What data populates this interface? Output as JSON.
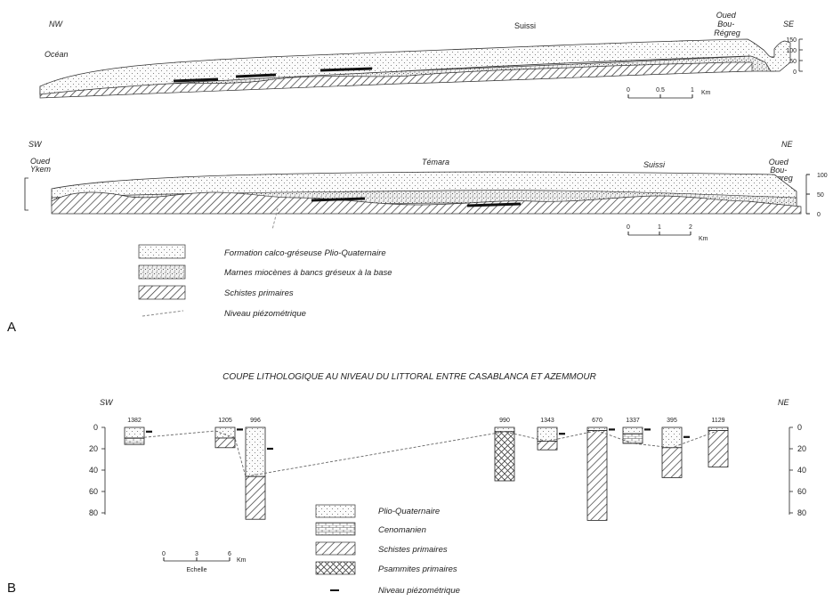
{
  "panel_a": {
    "letter": "A",
    "section1": {
      "left_dir": "NW",
      "right_dir": "SE",
      "ocean": "Océan",
      "place": "Suissi",
      "oued": [
        "Oued",
        "Bou-",
        "Régreg"
      ],
      "elev_ticks": [
        "150",
        "100",
        "50",
        "0"
      ],
      "scale_ticks": [
        "0",
        "0.5",
        "1"
      ],
      "scale_unit": "Km"
    },
    "section2": {
      "left_dir": "SW",
      "right_dir": "NE",
      "oued_left": [
        "Oued",
        "Ykem"
      ],
      "place1": "Témara",
      "place2": "Suissi",
      "oued_right": [
        "Oued",
        "Bou-",
        "Régreg"
      ],
      "elev_ticks": [
        "100",
        "50",
        "0"
      ],
      "scale_ticks": [
        "0",
        "1",
        "2"
      ],
      "scale_unit": "Km"
    },
    "legend": [
      {
        "pattern": "dots",
        "label": "Formation calco-gréseuse Plio-Quaternaire"
      },
      {
        "pattern": "stipple",
        "label": "Marnes miocènes à bancs gréseux à la base"
      },
      {
        "pattern": "hatch",
        "label": "Schistes primaires"
      },
      {
        "pattern": "dashed",
        "label": "Niveau piézométrique"
      }
    ]
  },
  "panel_b": {
    "letter": "B",
    "title": "COUPE LITHOLOGIQUE AU NIVEAU DU LITTORAL ENTRE CASABLANCA ET AZEMMOUR",
    "left_dir": "SW",
    "right_dir": "NE",
    "depth_ticks": [
      "0",
      "20",
      "40",
      "60",
      "80"
    ],
    "wells": [
      {
        "id": "1382",
        "pq": 10,
        "ceno": 6,
        "schist": 0,
        "psam": 0,
        "piezo": 4
      },
      {
        "id": "1205",
        "pq": 10,
        "ceno": 0,
        "schist": 9,
        "psam": 0,
        "piezo": 2
      },
      {
        "id": "996",
        "pq": 46,
        "ceno": 0,
        "schist": 40,
        "psam": 0,
        "piezo": 20
      },
      {
        "id": "990",
        "pq": 4,
        "ceno": 0,
        "schist": 0,
        "psam": 46,
        "piezo": null
      },
      {
        "id": "1343",
        "pq": 13,
        "ceno": 0,
        "schist": 8,
        "psam": 0,
        "piezo": 6
      },
      {
        "id": "670",
        "pq": 3,
        "ceno": 0,
        "schist": 84,
        "psam": 0,
        "piezo": 2
      },
      {
        "id": "1337",
        "pq": 6,
        "ceno": 9,
        "schist": 0,
        "psam": 0,
        "piezo": 2
      },
      {
        "id": "395",
        "pq": 19,
        "ceno": 0,
        "schist": 28,
        "psam": 0,
        "piezo": 9
      },
      {
        "id": "1129",
        "pq": 3,
        "ceno": 0,
        "schist": 34,
        "psam": 0,
        "piezo": null
      }
    ],
    "scale_ticks": [
      "0",
      "3",
      "6"
    ],
    "scale_unit": "Km",
    "scale_label": "Echelle",
    "legend": [
      {
        "pattern": "dots",
        "label": "Plio-Quaternaire"
      },
      {
        "pattern": "brick",
        "label": "Cenomanien"
      },
      {
        "pattern": "hatch",
        "label": "Schistes primaires"
      },
      {
        "pattern": "cross",
        "label": "Psammites primaires"
      },
      {
        "pattern": "dash",
        "label": "Niveau piézométrique"
      }
    ]
  }
}
